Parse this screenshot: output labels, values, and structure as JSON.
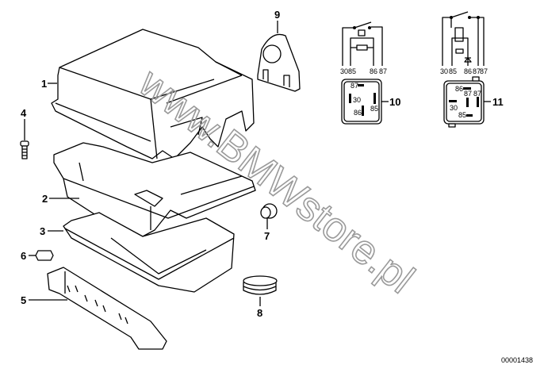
{
  "callouts": {
    "c1": "1",
    "c2": "2",
    "c3": "3",
    "c4": "4",
    "c5": "5",
    "c6": "6",
    "c7": "7",
    "c8": "8",
    "c9": "9",
    "c10": "10",
    "c11": "11"
  },
  "relay10": {
    "schematic_pins": [
      "3085",
      "86",
      "87"
    ],
    "socket_pins": [
      "87",
      "30",
      "85",
      "86"
    ]
  },
  "relay11": {
    "schematic_pins": [
      "30",
      "85",
      "86",
      "87",
      "87"
    ],
    "socket_pins": [
      "86",
      "87",
      "87",
      "30",
      "85"
    ]
  },
  "watermark": "www.BMWstore.pl",
  "diagram_code": "00001438"
}
